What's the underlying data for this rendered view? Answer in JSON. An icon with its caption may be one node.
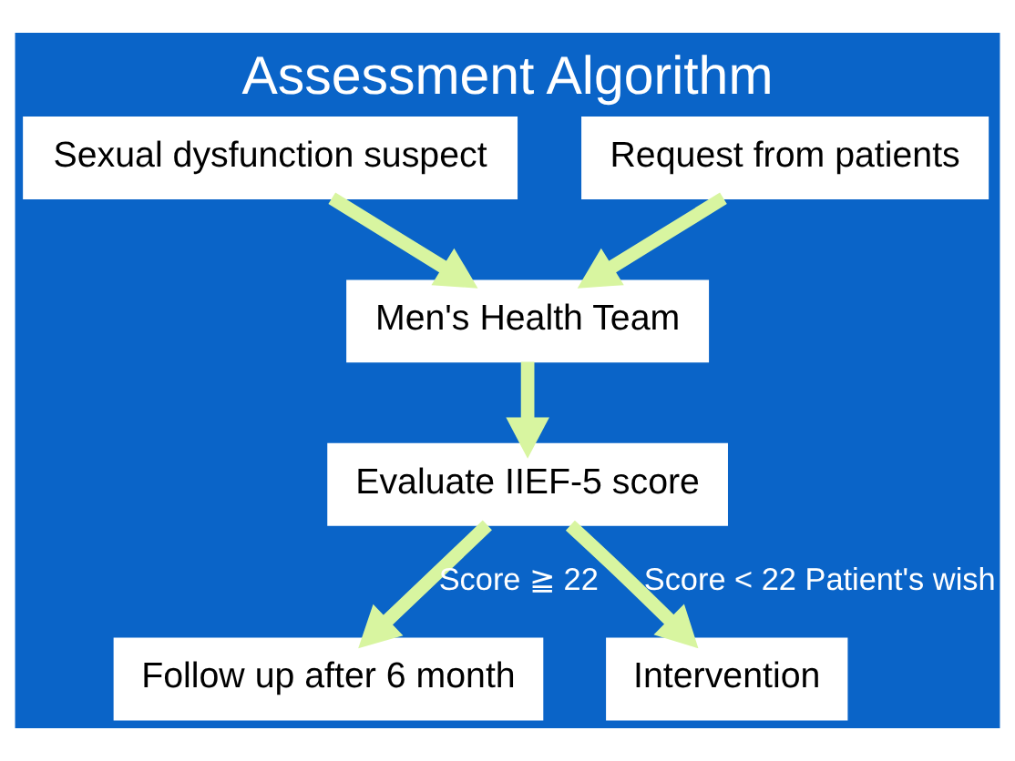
{
  "diagram": {
    "title": "Assessment Algorithm",
    "nodes": [
      {
        "text": [
          "Sexual dysfunction suspect"
        ]
      },
      {
        "text": [
          "Request from patients"
        ]
      },
      {
        "text": [
          "Men's Health Team"
        ]
      },
      {
        "text": [
          "Evaluate IIEF-5 score"
        ]
      },
      {
        "text": [
          "Follow up after 6 month"
        ]
      },
      {
        "text": [
          "Intervention"
        ]
      }
    ],
    "edges": [
      {
        "from": 0,
        "to": 2,
        "arrow": "to"
      },
      {
        "from": 1,
        "to": 2,
        "arrow": "to"
      },
      {
        "from": 2,
        "to": 3,
        "arrow": "to"
      },
      {
        "from": 3,
        "to": 4,
        "arrow": "to",
        "label": "Score ≧ 22"
      },
      {
        "from": 3,
        "to": 5,
        "arrow": "to",
        "label": "Score < 22 Patient's wish"
      }
    ]
  }
}
